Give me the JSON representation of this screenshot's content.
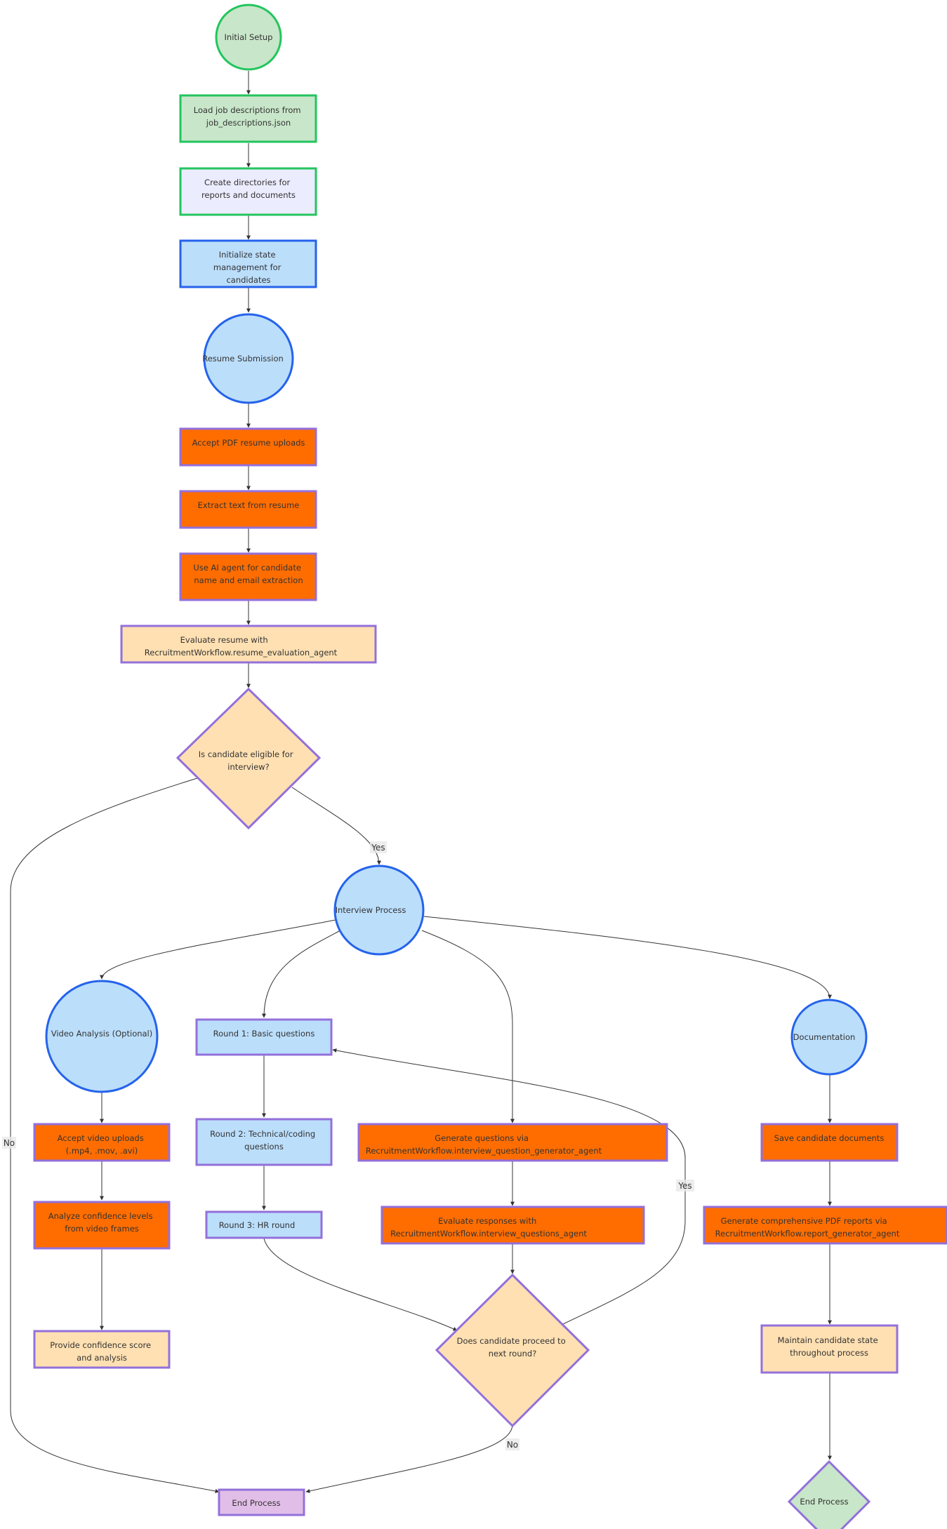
{
  "colors": {
    "green_fill": "#c8e6c9",
    "green_stroke": "#22c55e",
    "lavender_fill": "#ececff",
    "blue_fill": "#bbdefb",
    "blue_stroke": "#2563eb",
    "orange_fill": "#ff6d00",
    "purple_stroke": "#9370db",
    "peach_fill": "#ffe0b2",
    "lilac_fill": "#e1bee7",
    "edge": "#333333",
    "edge_label_bg": "#e8e8e8"
  },
  "nodes": {
    "initial_setup": "Initial Setup",
    "load_jobs": [
      "Load job descriptions from",
      "job_descriptions.json"
    ],
    "create_dirs": [
      "Create directories for",
      "reports and documents"
    ],
    "init_state": [
      "Initialize state",
      "management for",
      "candidates"
    ],
    "resume_submission": "Resume Submission",
    "accept_pdf": "Accept PDF resume uploads",
    "extract_text": "Extract text from resume",
    "ai_agent": [
      "Use AI agent for candidate",
      "name and email extraction"
    ],
    "evaluate_resume": [
      "Evaluate resume with",
      "RecruitmentWorkflow.resume_evaluation_agent"
    ],
    "eligible": [
      "Is candidate eligible for",
      "interview?"
    ],
    "interview_process": "Interview Process",
    "video_analysis": "Video Analysis (Optional)",
    "round1": "Round 1: Basic questions",
    "round2": [
      "Round 2: Technical/coding",
      "questions"
    ],
    "round3": "Round 3: HR round",
    "generate_questions": [
      "Generate questions via",
      "RecruitmentWorkflow.interview_question_generator_agent"
    ],
    "evaluate_responses": [
      "Evaluate responses with",
      "RecruitmentWorkflow.interview_questions_agent"
    ],
    "proceed": [
      "Does candidate proceed to",
      "next round?"
    ],
    "documentation": "Documentation",
    "save_docs": "Save candidate documents",
    "pdf_reports": [
      "Generate comprehensive PDF reports via",
      "RecruitmentWorkflow.report_generator_agent"
    ],
    "maintain_state": [
      "Maintain candidate state",
      "throughout process"
    ],
    "end_left": "End Process",
    "end_right": "End Process",
    "accept_video": [
      "Accept video uploads",
      "(.mp4, .mov, .avi)"
    ],
    "confidence": [
      "Analyze confidence levels",
      "from video frames"
    ],
    "confidence_score": [
      "Provide confidence score",
      "and analysis"
    ]
  },
  "edge_labels": {
    "yes_interview": "Yes",
    "no_end": "No",
    "yes_next_round": "Yes",
    "no_proceed": "No"
  }
}
